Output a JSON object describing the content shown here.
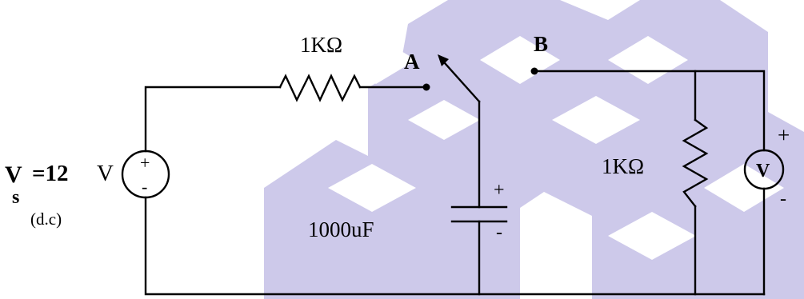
{
  "labels": {
    "resistor_top_value": "1KΩ",
    "switch_terminal_a": "A",
    "switch_terminal_b": "B",
    "source_symbol_letter": "V",
    "source_symbol_sub": "s",
    "source_value_number": "=12",
    "source_value_unit": "V",
    "source_type": "(d.c)",
    "source_plus": "+",
    "source_minus": "-",
    "capacitor_value": "1000uF",
    "capacitor_plus": "+",
    "capacitor_minus": "-",
    "resistor_right_value": "1KΩ",
    "voltmeter_letter": "V",
    "voltmeter_plus": "+",
    "voltmeter_minus": "-"
  },
  "colors": {
    "ink": "#000000",
    "watermark": "#cdc9ea",
    "background": "#ffffff"
  }
}
